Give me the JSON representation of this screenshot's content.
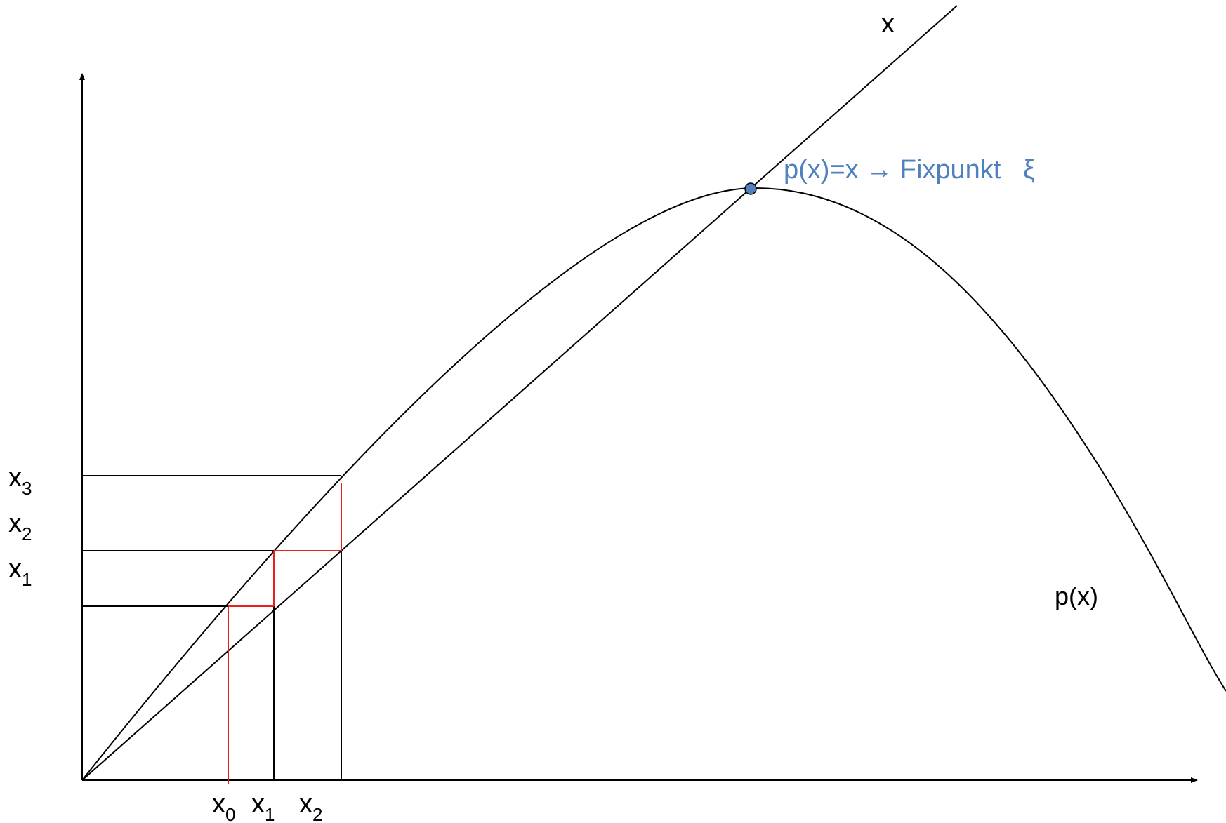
{
  "labels": {
    "identity_line": "x",
    "curve": "p(x)",
    "fixpoint_note": "p(x)=x → Fixpunkt   ξ",
    "var": "x",
    "x_axis_subscripts": [
      "0",
      "1",
      "2"
    ],
    "y_axis_subscripts": [
      "3",
      "2",
      "1"
    ]
  },
  "colors": {
    "curve": "#000000",
    "iteration_steps": "#e8201e",
    "fixpoint": "#4f81bd"
  }
}
